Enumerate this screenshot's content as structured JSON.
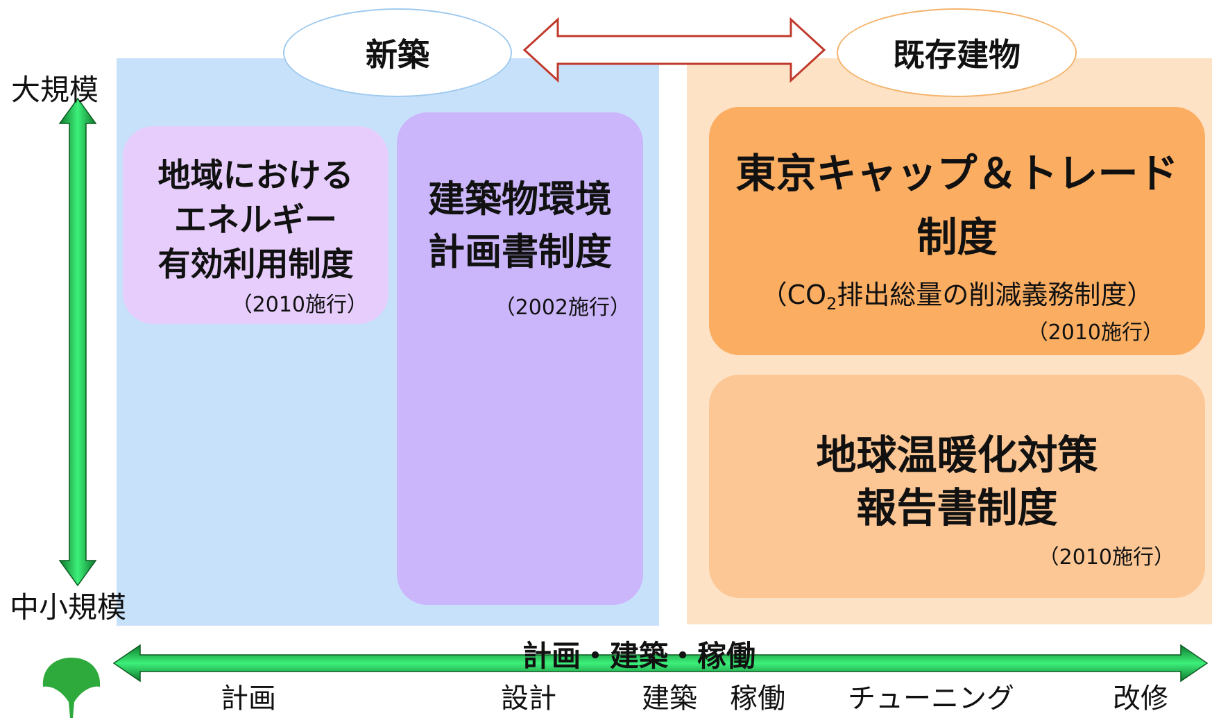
{
  "header": {
    "new_construction": "新築",
    "existing_buildings": "既存建物"
  },
  "scale_axis": {
    "large": "大規模",
    "small_medium": "中小規模"
  },
  "programs": {
    "energy": {
      "title_lines": [
        "地域における",
        "エネルギー",
        "有効利用制度"
      ],
      "year": "（2010施行）"
    },
    "plan": {
      "title_lines": [
        "建築物環境",
        "計画書制度"
      ],
      "year": "（2002施行）"
    },
    "cap_trade": {
      "title_lines": [
        "東京キャップ＆トレード",
        "制度"
      ],
      "note_before": "（CO",
      "note_sub": "2",
      "note_after": "排出総量の削減義務制度）",
      "year": "（2010施行）"
    },
    "report": {
      "title_lines": [
        "地球温暖化対策",
        "報告書制度"
      ],
      "year": "（2010施行）"
    }
  },
  "timeline": {
    "title": "計画・建築・稼働",
    "phases": [
      "計画",
      "設計",
      "建築",
      "稼働",
      "チューニング",
      "改修"
    ]
  },
  "colors": {
    "new_region": "#c8e1fb",
    "existing_region": "#fde2c6",
    "energy_box": "#e6cdfb",
    "plan_box": "#cbb6fb",
    "cap_trade_box": "#fbae62",
    "report_box": "#fcc795",
    "arrow_green": "#1fbf45",
    "double_arrow_outline": "#c0392b",
    "logo": "#2eaa3c"
  },
  "icons": [
    "double-arrow-icon",
    "vertical-arrow-icon",
    "horizontal-arrow-icon",
    "tokyo-ginkgo-logo-icon"
  ]
}
